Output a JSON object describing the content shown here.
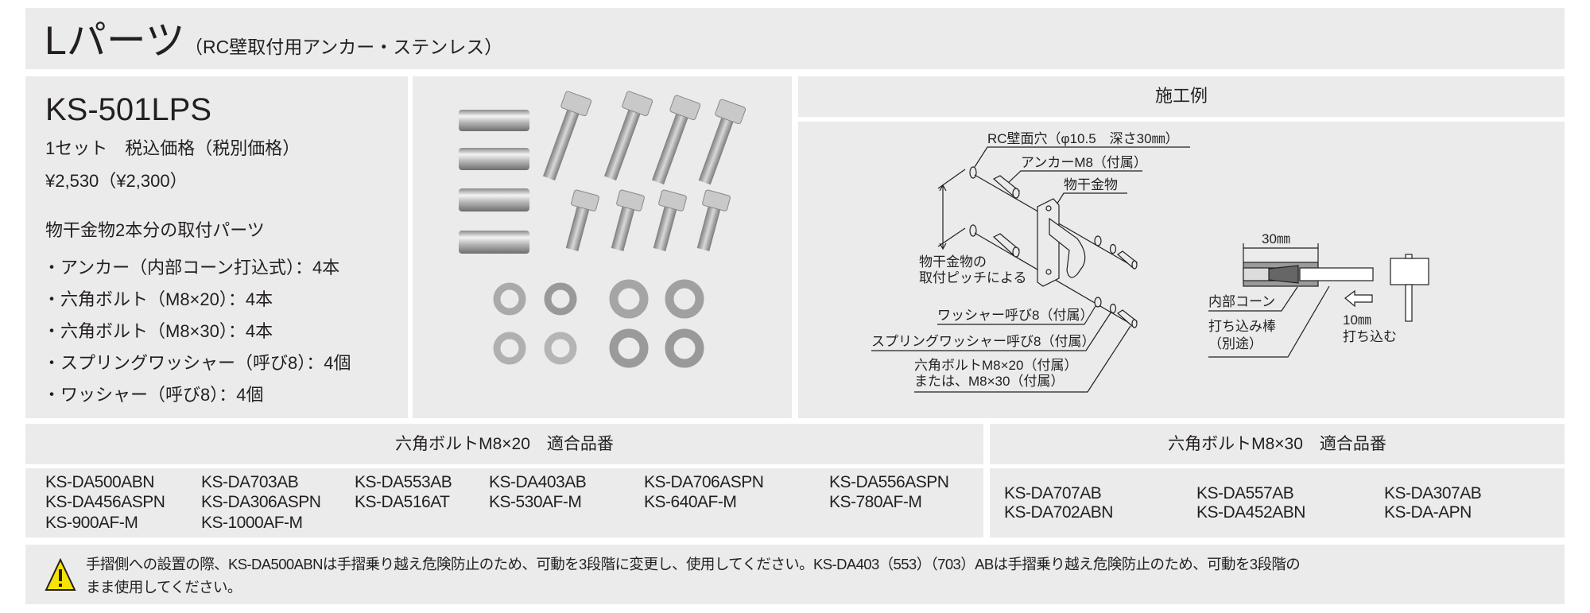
{
  "header": {
    "title": "Lパーツ",
    "subtitle": "（RC壁取付用アンカー・ステンレス）"
  },
  "product": {
    "code": "KS-501LPS",
    "price_label": "1セット　税込価格（税別価格）",
    "price": "¥2,530（¥2,300）",
    "parts_heading": "物干金物2本分の取付パーツ",
    "parts": [
      "・アンカー（内部コーン打込式）：4本",
      "・六角ボルト（M8×20）：4本",
      "・六角ボルト（M8×30）：4本",
      "・スプリングワッシャー（呼び8）：4個",
      "・ワッシャー（呼び8）：4個"
    ]
  },
  "installation": {
    "title": "施工例",
    "labels": {
      "hole": "RC壁面穴（φ10.5　深さ30㎜）",
      "anchor": "アンカーM8（付属）",
      "bracket": "物干金物",
      "pitch_1": "物干金物の",
      "pitch_2": "取付ピッチによる",
      "washer": "ワッシャー呼び8（付属）",
      "spring_washer": "スプリングワッシャー呼び8（付属）",
      "bolt_1": "六角ボルトM8×20（付属）",
      "bolt_2": "または、M8×30（付属）",
      "depth": "30㎜",
      "cone": "内部コーン",
      "rod_1": "打ち込み棒",
      "rod_2": "（別途）",
      "drive_1": "10㎜",
      "drive_2": "打ち込む"
    }
  },
  "compat_m8x20": {
    "title": "六角ボルトM8×20　適合品番",
    "rows": [
      [
        "KS-DA500ABN",
        "KS-DA703AB",
        "KS-DA553AB",
        "KS-DA403AB",
        "KS-DA706ASPN",
        "KS-DA556ASPN"
      ],
      [
        "KS-DA456ASPN",
        "KS-DA306ASPN",
        "KS-DA516AT",
        "KS-530AF-M",
        "KS-640AF-M",
        "KS-780AF-M"
      ],
      [
        "KS-900AF-M",
        "KS-1000AF-M"
      ]
    ]
  },
  "compat_m8x30": {
    "title": "六角ボルトM8×30　適合品番",
    "rows": [
      [
        "KS-DA707AB",
        "KS-DA557AB",
        "KS-DA307AB"
      ],
      [
        "KS-DA702ABN",
        "KS-DA452ABN",
        "KS-DA-APN"
      ]
    ]
  },
  "note": {
    "icon": "warning-icon",
    "line1": "手摺側への設置の際、KS-DA500ABNは手摺乗り越え危険防止のため、可動を3段階に変更し、使用してください。KS-DA403（553）（703）ABは手摺乗り越え危険防止のため、可動を3段階の",
    "line2": "まま使用してください。"
  },
  "colors": {
    "panel": "#ebebeb",
    "text": "#231f20",
    "warning": "#f5e400"
  }
}
